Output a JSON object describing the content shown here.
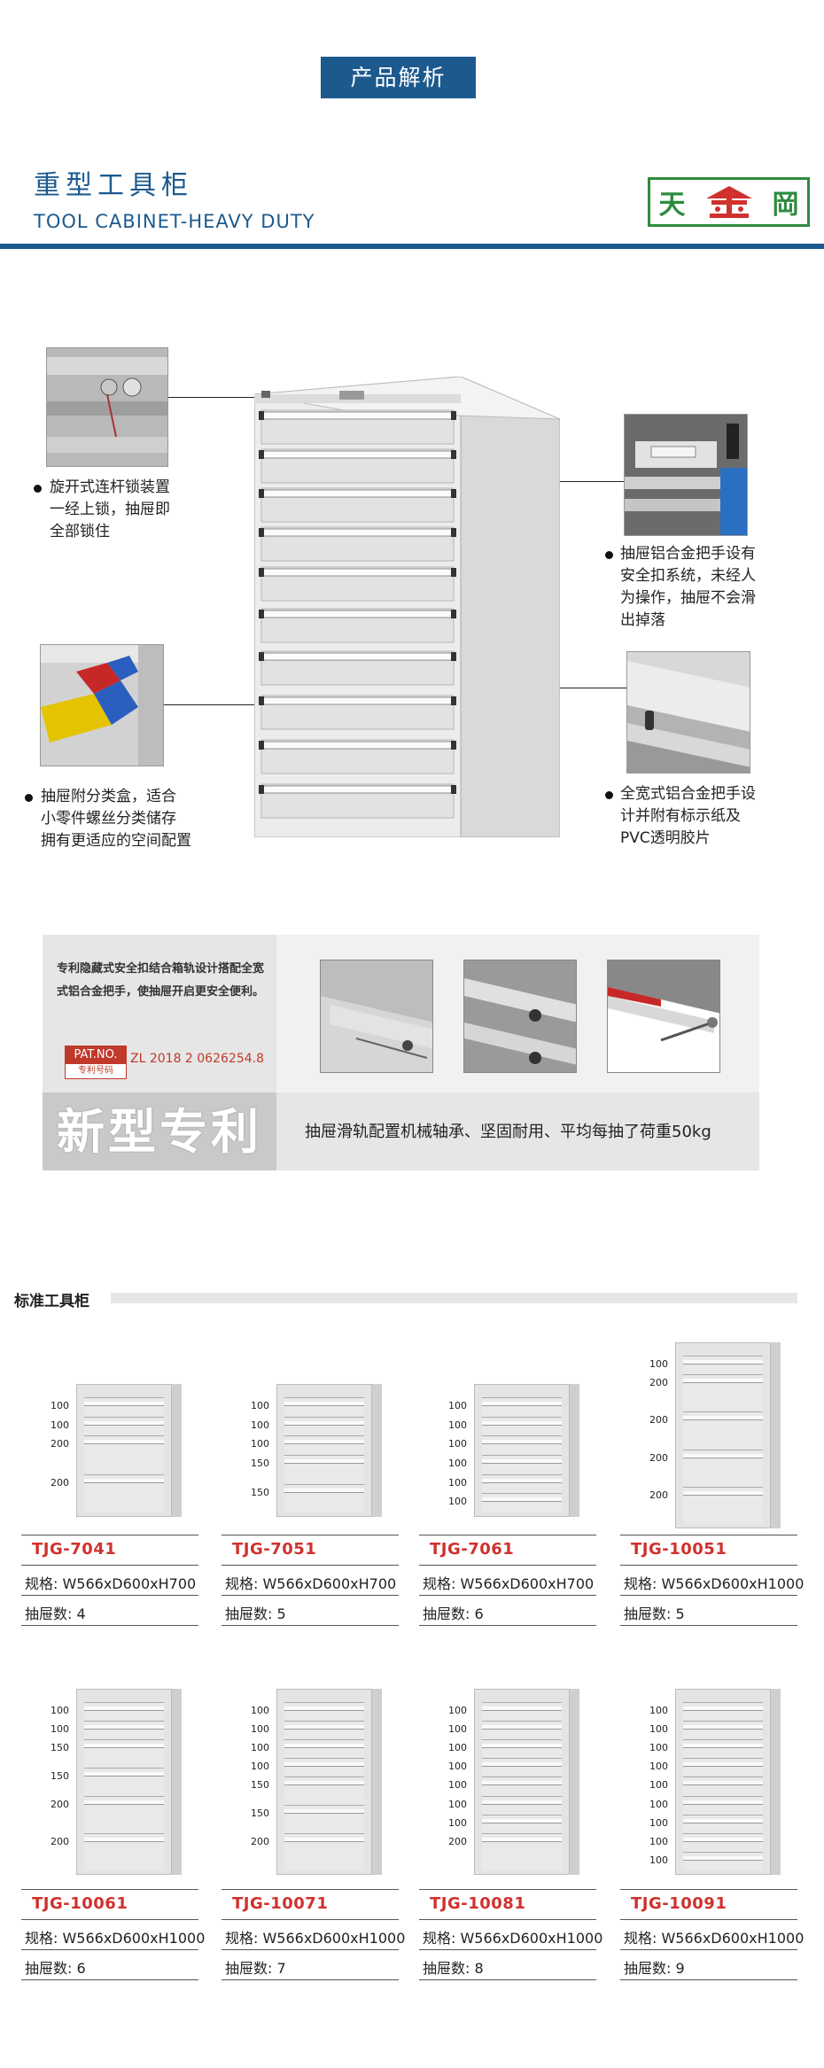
{
  "header": {
    "badge": "产品解析",
    "title_cn": "重型工具柜",
    "title_en": "TOOL CABINET-HEAVY DUTY",
    "logo_left": "天",
    "logo_right": "岡"
  },
  "features": [
    {
      "text": "旋开式连杆锁装置\n一经上锁，抽屉即\n全部锁住"
    },
    {
      "text": "抽屉铝合金把手设有\n安全扣系统，未经人\n为操作，抽屉不会滑\n出掉落"
    },
    {
      "text": "抽屉附分类盒，适合\n小零件螺丝分类储存\n拥有更适应的空间配置"
    },
    {
      "text": "全宽式铝合金把手设\n计并附有标示纸及\nPVC透明胶片"
    }
  ],
  "patent": {
    "description": "专利隐藏式安全扣结合箱轨设计搭配全宽式铝合金把手，使抽屉开启更安全便利。",
    "patno_label": "PAT.NO.",
    "patno_sub": "专利号码",
    "patno_number": "ZL 2018 2 0626254.8",
    "big_text": "新型专利",
    "bottom_text": "抽屉滑轨配置机械轴承、坚固耐用、平均每抽了荷重50kg"
  },
  "standard": {
    "title": "标准工具柜",
    "spec_prefix": "规格:",
    "count_prefix": "抽屉数:",
    "products": [
      {
        "name": "TJG-7041",
        "spec": "W566xD600xH700",
        "count": "4",
        "drawers": [
          "100",
          "100",
          "200",
          "200"
        ]
      },
      {
        "name": "TJG-7051",
        "spec": "W566xD600xH700",
        "count": "5",
        "drawers": [
          "100",
          "100",
          "100",
          "150",
          "150"
        ]
      },
      {
        "name": "TJG-7061",
        "spec": "W566xD600xH700",
        "count": "6",
        "drawers": [
          "100",
          "100",
          "100",
          "100",
          "100",
          "100"
        ]
      },
      {
        "name": "TJG-10051",
        "spec": "W566xD600xH1000",
        "count": "5",
        "drawers": [
          "100",
          "200",
          "200",
          "200",
          "200"
        ]
      },
      {
        "name": "TJG-10061",
        "spec": "W566xD600xH1000",
        "count": "6",
        "drawers": [
          "100",
          "100",
          "150",
          "150",
          "200",
          "200"
        ]
      },
      {
        "name": "TJG-10071",
        "spec": "W566xD600xH1000",
        "count": "7",
        "drawers": [
          "100",
          "100",
          "100",
          "100",
          "150",
          "150",
          "200"
        ]
      },
      {
        "name": "TJG-10081",
        "spec": "W566xD600xH1000",
        "count": "8",
        "drawers": [
          "100",
          "100",
          "100",
          "100",
          "100",
          "100",
          "100",
          "200"
        ]
      },
      {
        "name": "TJG-10091",
        "spec": "W566xD600xH1000",
        "count": "9",
        "drawers": [
          "100",
          "100",
          "100",
          "100",
          "100",
          "100",
          "100",
          "100",
          "100"
        ]
      }
    ]
  }
}
